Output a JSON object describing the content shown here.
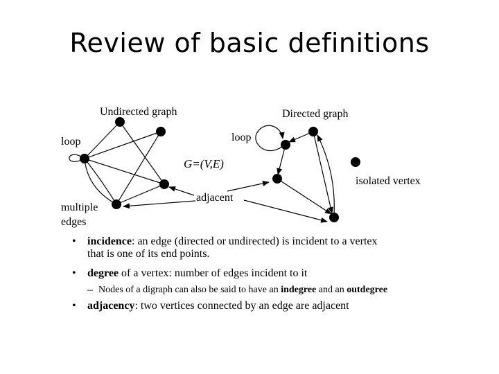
{
  "slide_title": "Review of basic definitions",
  "diagram": {
    "undirected_label": "Undirected graph",
    "directed_label": "Directed graph",
    "loop_label_left": "loop",
    "loop_label_right": "loop",
    "formula": "G=(V,E)",
    "adjacent_label": "adjacent",
    "multiple_label": "multiple",
    "edges_label": "edges",
    "isolated_label": "isolated vertex"
  },
  "bullets": [
    {
      "term": "incidence",
      "text": ": an edge (directed or undirected) is incident to a vertex",
      "line2": "that is one of its end points."
    },
    {
      "term": "degree",
      "text": " of a vertex: number of edges incident to it"
    },
    {
      "sub_prefix": "Nodes of a digraph can also be said to have an ",
      "sub_term1": "indegree",
      "sub_mid": " and an ",
      "sub_term2": "outdegree"
    },
    {
      "term": "adjacency",
      "text": ": two vertices connected by an edge are adjacent"
    }
  ]
}
